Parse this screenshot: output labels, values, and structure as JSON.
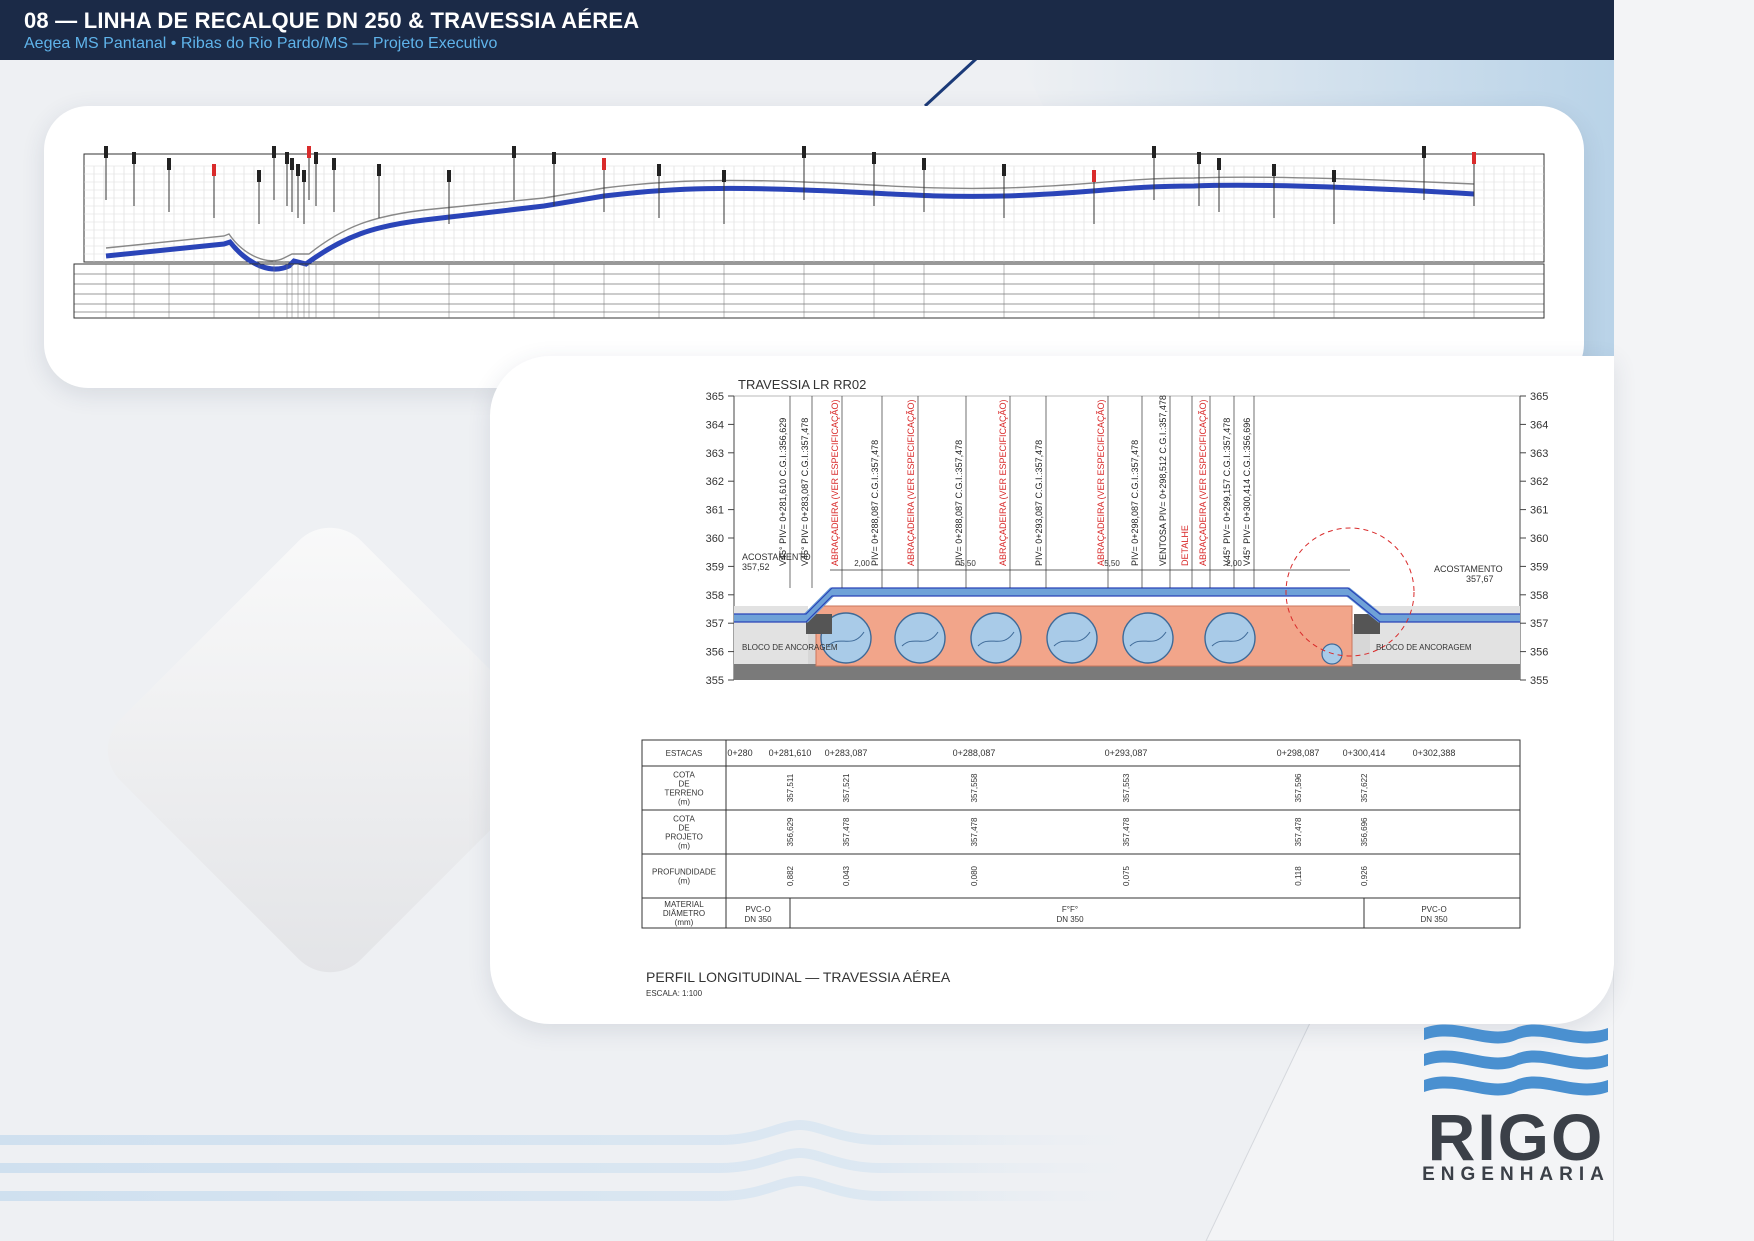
{
  "header": {
    "title": "08 — LINHA DE RECALQUE DN 250 & TRAVESSIA AÉREA",
    "subtitle": "Aegea MS Pantanal • Ribas do Rio Pardo/MS — Projeto Executivo"
  },
  "detail": {
    "drawing_title": "TRAVESSIA LR RR02",
    "elevations": [
      "365",
      "364",
      "363",
      "362",
      "361",
      "360",
      "359",
      "358",
      "357",
      "356",
      "355"
    ],
    "left_shoulder_label": "ACOSTAMENTO",
    "left_shoulder_value": "357,52",
    "right_shoulder_label": "ACOSTAMENTO",
    "right_shoulder_value": "357,67",
    "anchor_label": "BLOCO DE ANCORAGEM",
    "vertical_labels": [
      {
        "text": "V45° PIV= 0+281,610 C.G.I.:356,629",
        "color": "#222"
      },
      {
        "text": "V45° PIV= 0+283,087 C.G.I.:357,478",
        "color": "#222"
      },
      {
        "text": "ABRAÇADEIRA (VER ESPECIFICAÇÃO)",
        "color": "#d92b2b"
      },
      {
        "text": "PIV= 0+288,087 C.G.I.:357,478",
        "color": "#222"
      },
      {
        "text": "ABRAÇADEIRA (VER ESPECIFICAÇÃO)",
        "color": "#d92b2b"
      },
      {
        "text": "PIV= 0+288,087 C.G.I.:357,478",
        "color": "#222"
      },
      {
        "text": "ABRAÇADEIRA (VER ESPECIFICAÇÃO)",
        "color": "#d92b2b"
      },
      {
        "text": "PIV= 0+293,087 C.G.I.:357,478",
        "color": "#222"
      },
      {
        "text": "ABRAÇADEIRA (VER ESPECIFICAÇÃO)",
        "color": "#d92b2b"
      },
      {
        "text": "PIV= 0+298,087 C.G.I.:357,478",
        "color": "#222"
      },
      {
        "text": "VENTOSA PIV= 0+298,512 C.G.I.:357,478",
        "color": "#222"
      },
      {
        "text": "DETALHE",
        "color": "#d92b2b"
      },
      {
        "text": "ABRAÇADEIRA (VER ESPECIFICAÇÃO)",
        "color": "#d92b2b"
      },
      {
        "text": "V45° PIV= 0+299,157 C.G.I.:357,478",
        "color": "#222"
      },
      {
        "text": "V45° PIV= 0+300,414 C.G.I.:356,696",
        "color": "#222"
      }
    ],
    "dimensions": [
      "2,00",
      "5,50",
      "5,50",
      "2,00"
    ],
    "table": {
      "row_headers": [
        "ESTACAS",
        "COTA DE TERRENO (m)",
        "COTA DE PROJETO (m)",
        "PROFUNDIDADE (m)",
        "MATERIAL DIÂMETRO (mm)"
      ],
      "estacas": [
        "0+280",
        "0+281,610",
        "0+283,087",
        "0+288,087",
        "0+293,087",
        "0+298,087",
        "0+300,414",
        "0+302,388"
      ],
      "terreno": [
        "357,511",
        "357,521",
        "357,558",
        "357,553",
        "357,596",
        "357,622"
      ],
      "projeto": [
        "356,629",
        "357,478",
        "357,478",
        "357,478",
        "357,478",
        "356,696"
      ],
      "profundidade": [
        "0,882",
        "0,043",
        "0,080",
        "0,075",
        "0,118",
        "0,926"
      ],
      "material": [
        "PVC-O DN 350",
        "F°F° DN 350",
        "PVC-O DN 350"
      ]
    },
    "profile_title": "PERFIL LONGITUDINAL — TRAVESSIA AÉREA",
    "scale": "ESCALA: 1:100"
  },
  "logo": {
    "word": "RIGO",
    "sub": "ENGENHARIA",
    "colors": {
      "waves": "#4a90d0",
      "text": "#3b4048"
    }
  },
  "colors": {
    "header_bg": "#1b2a47",
    "subtitle": "#5fb3ea",
    "pipe": "#2a44b8",
    "culvert_fill": "#f2a58a",
    "annotation_red": "#d92b2b"
  }
}
